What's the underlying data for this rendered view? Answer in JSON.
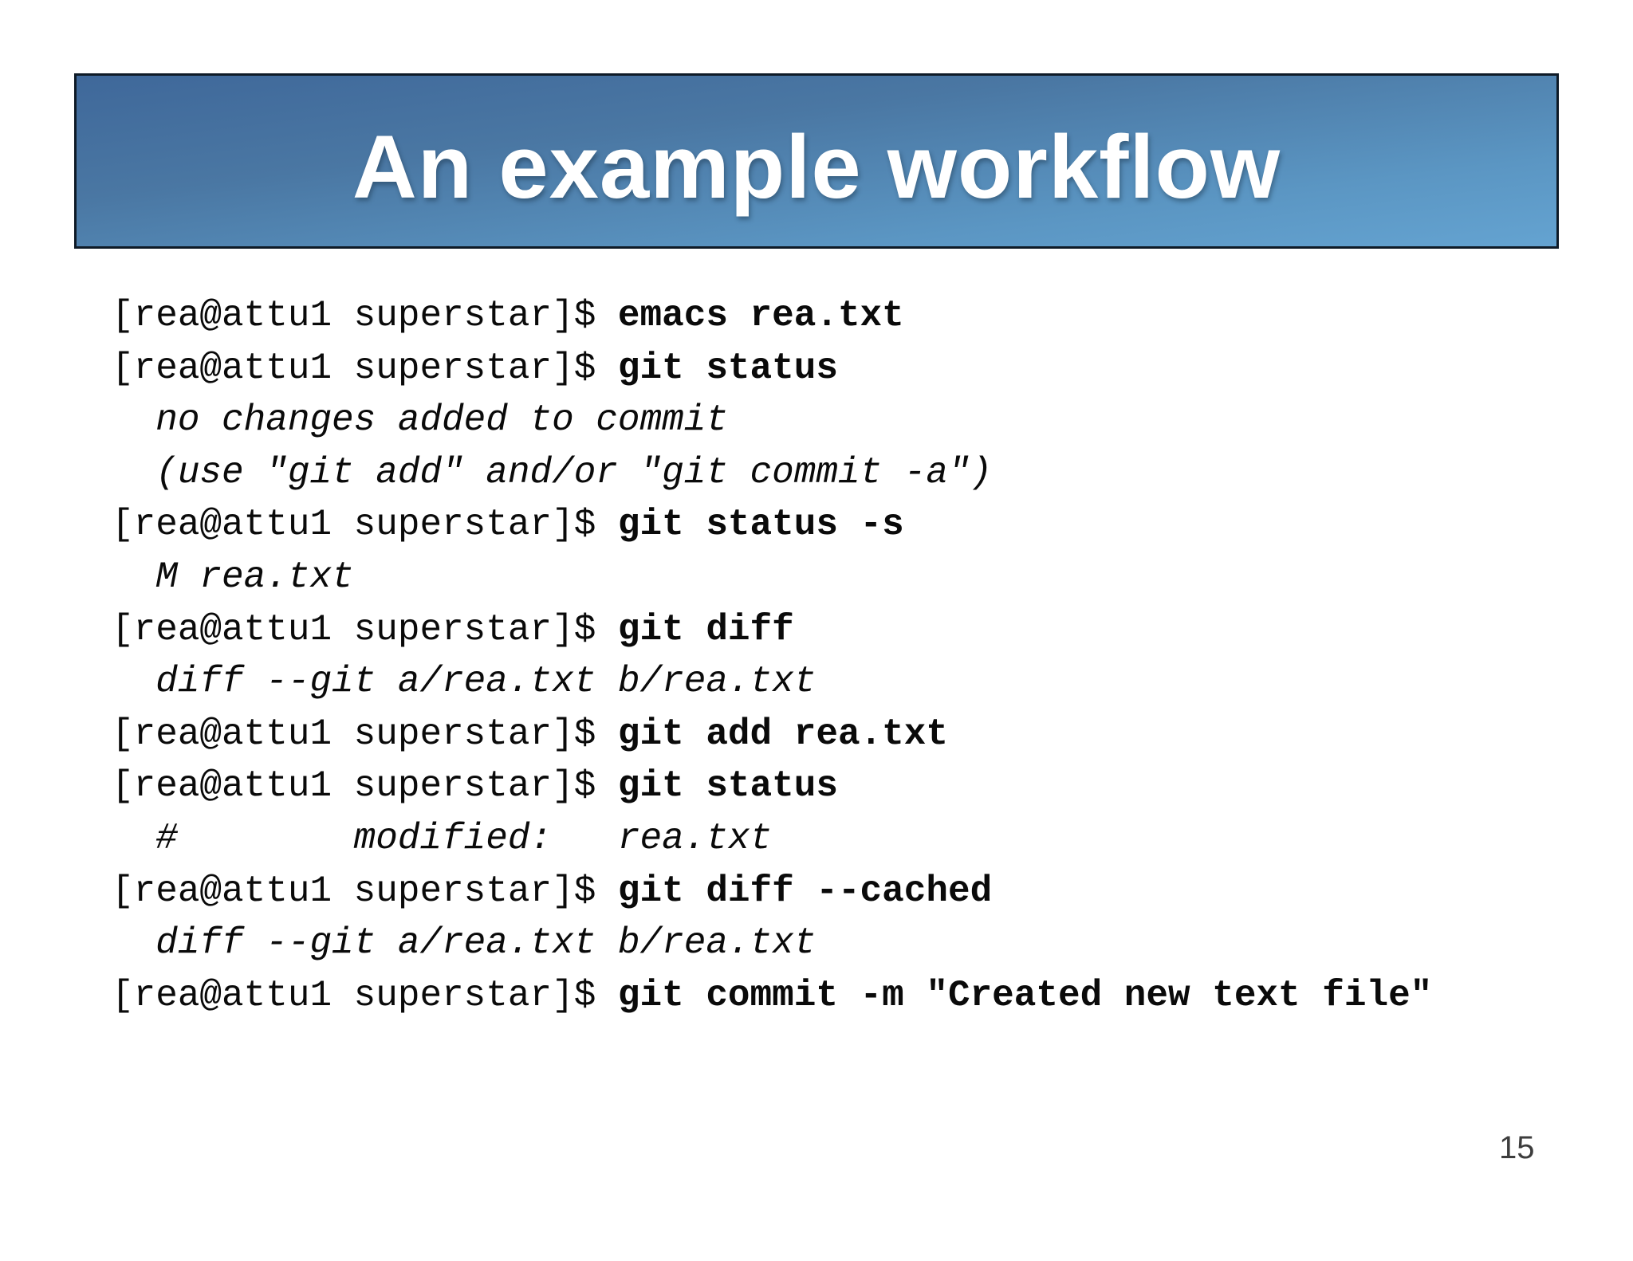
{
  "slide": {
    "title": "An example workflow",
    "page_number": "15"
  },
  "colors": {
    "banner_gradient_top": "#3f689a",
    "banner_gradient_bottom": "#64a3d1",
    "banner_border": "#0e1a26",
    "title_text": "#ffffff",
    "terminal_text": "#0a0a0a",
    "page_number_text": "#3d3d3d",
    "background": "#ffffff"
  },
  "terminal": {
    "lines": [
      {
        "type": "command",
        "prompt": "[rea@attu1 superstar]$ ",
        "command": "emacs rea.txt"
      },
      {
        "type": "command",
        "prompt": "[rea@attu1 superstar]$ ",
        "command": "git status"
      },
      {
        "type": "output",
        "text": "  no changes added to commit"
      },
      {
        "type": "output",
        "text": "  (use \"git add\" and/or \"git commit -a\")"
      },
      {
        "type": "command",
        "prompt": "[rea@attu1 superstar]$ ",
        "command": "git status -s"
      },
      {
        "type": "output",
        "text": "  M rea.txt"
      },
      {
        "type": "command",
        "prompt": "[rea@attu1 superstar]$ ",
        "command": "git diff"
      },
      {
        "type": "output",
        "text": "  diff --git a/rea.txt b/rea.txt"
      },
      {
        "type": "command",
        "prompt": "[rea@attu1 superstar]$ ",
        "command": "git add rea.txt"
      },
      {
        "type": "command",
        "prompt": "[rea@attu1 superstar]$ ",
        "command": "git status"
      },
      {
        "type": "output",
        "text": "  #        modified:   rea.txt"
      },
      {
        "type": "command",
        "prompt": "[rea@attu1 superstar]$ ",
        "command": "git diff --cached"
      },
      {
        "type": "output",
        "text": "  diff --git a/rea.txt b/rea.txt"
      },
      {
        "type": "command",
        "prompt": "[rea@attu1 superstar]$ ",
        "command": "git commit -m \"Created new text file\""
      }
    ]
  }
}
